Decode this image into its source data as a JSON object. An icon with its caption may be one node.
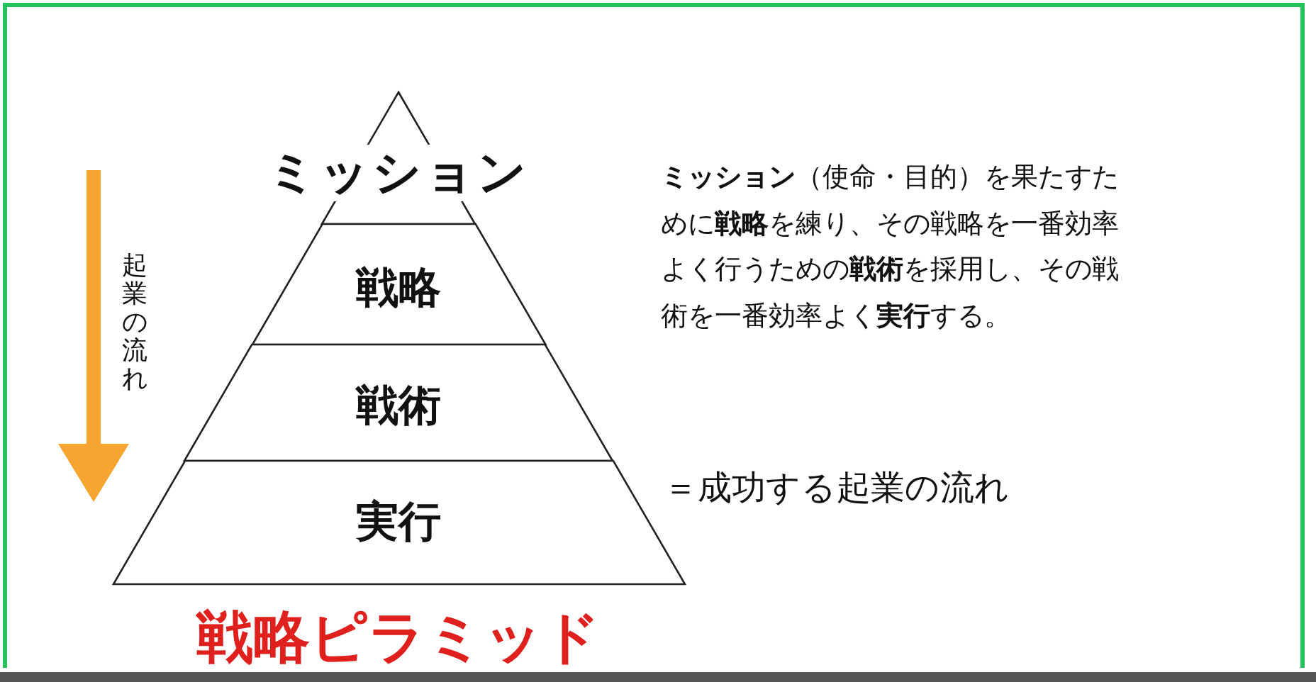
{
  "diagram": {
    "title": "戦略ピラミッド",
    "nodes": [
      {
        "text": [
          "ミッション"
        ]
      },
      {
        "text": [
          "戦略"
        ]
      },
      {
        "text": [
          "戦術"
        ]
      },
      {
        "text": [
          "実行"
        ]
      }
    ],
    "edges": [],
    "labels": [
      "起業の流れ",
      "**ミッション**（使命・目的）を果たすために**戦略**を練り、その戦略を一番効率よく行うための**戦術**を採用し、その戦術を一番効率よく**実行**する。",
      "＝成功する起業の流れ"
    ]
  }
}
